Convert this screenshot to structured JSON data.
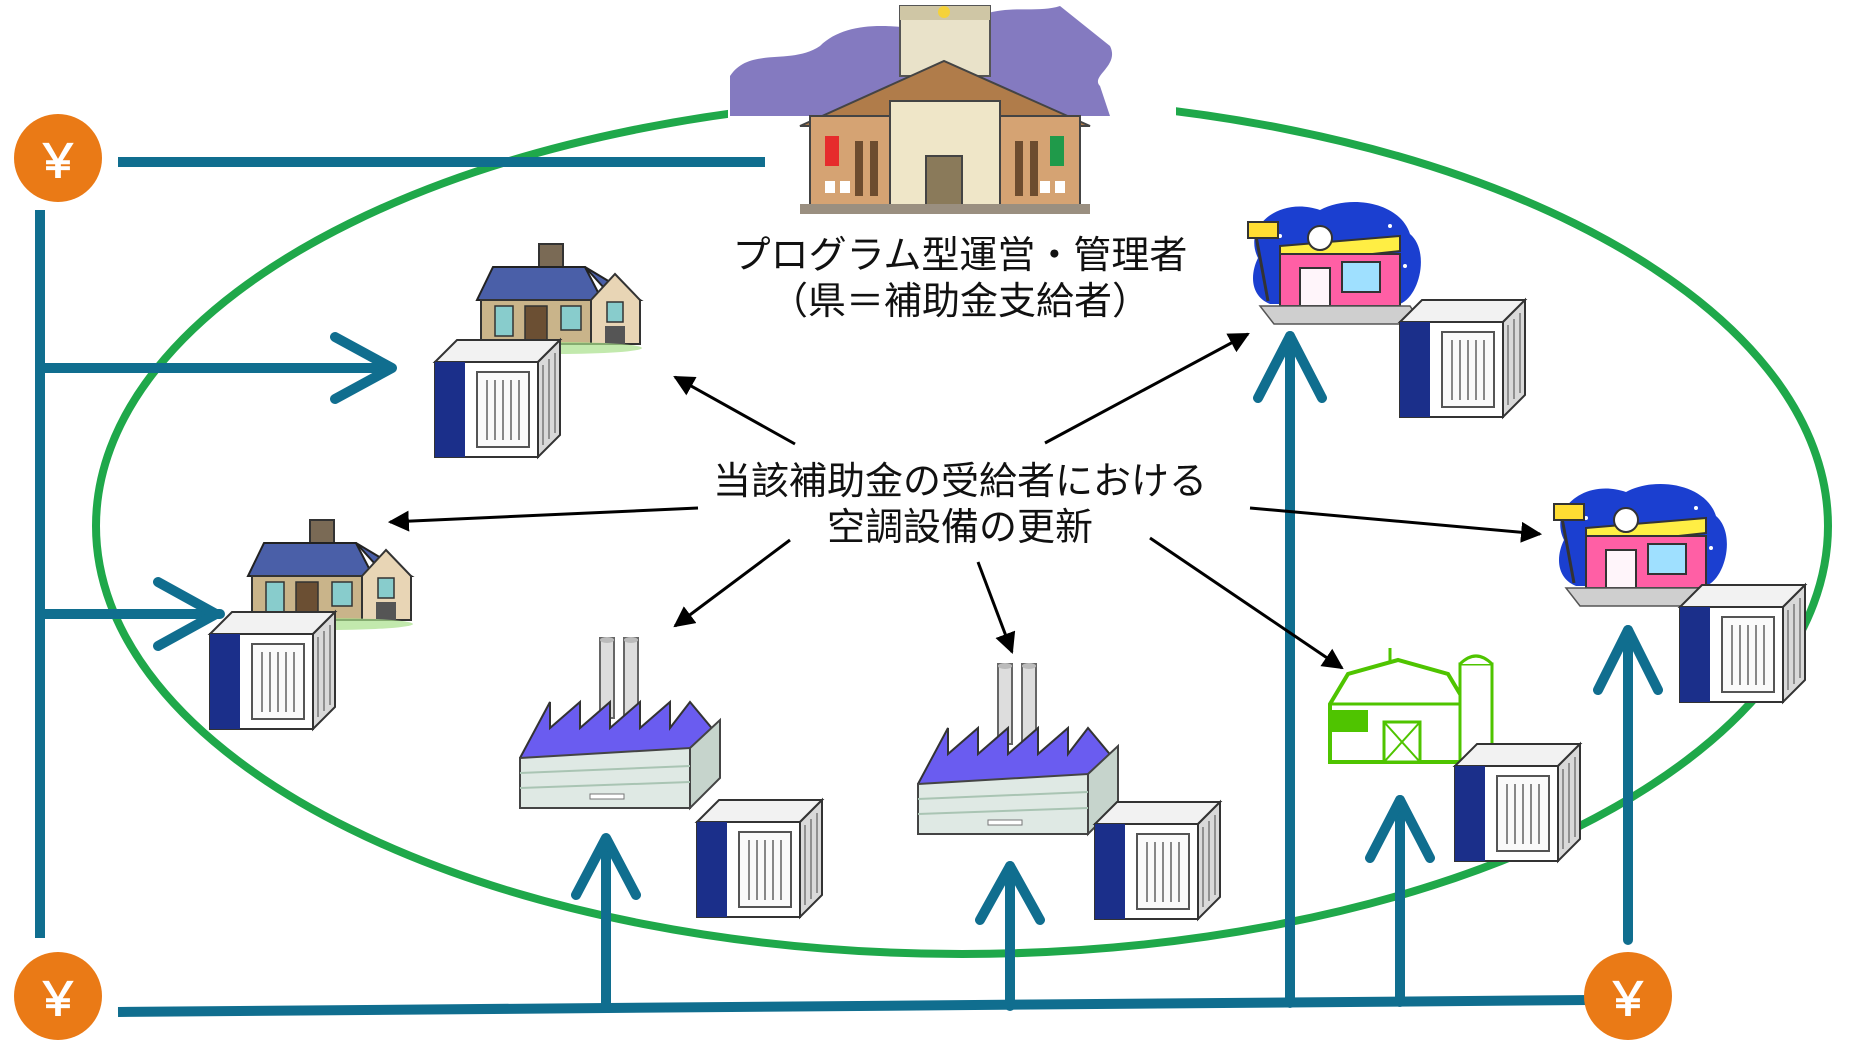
{
  "admin": {
    "line1": "プログラム型運営・管理者",
    "line2": "（県＝補助金支給者）"
  },
  "center": {
    "line1": "当該補助金の受給者における",
    "line2": "空調設備の更新"
  },
  "yen_symbol": "￥",
  "colors": {
    "ellipse": "#1fa84a",
    "flow": "#106e8f",
    "yen_badge": "#ea7a16",
    "roof": "#6a5cf0"
  },
  "icons": [
    "government-building-icon",
    "house-icon",
    "shop-icon",
    "factory-icon",
    "barn-icon",
    "air-conditioner-icon"
  ]
}
